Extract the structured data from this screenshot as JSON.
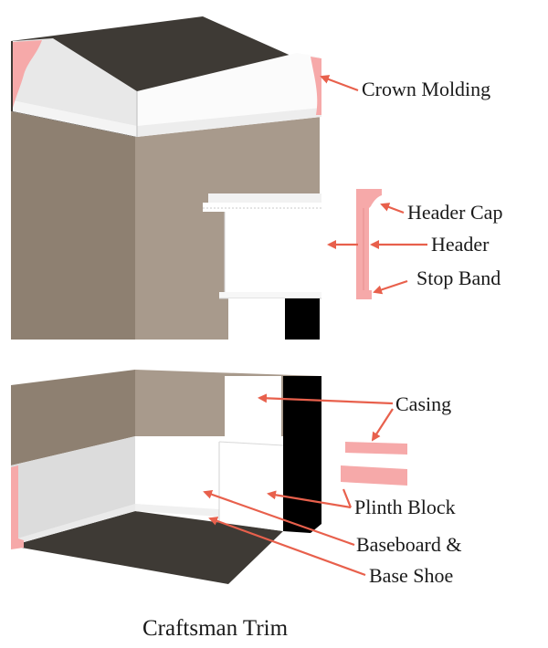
{
  "labels": {
    "crown_molding": "Crown Molding",
    "header_cap": "Header Cap",
    "header": "Header",
    "stop_band": "Stop Band",
    "casing": "Casing",
    "plinth_block": "Plinth Block",
    "baseboard": "Baseboard &",
    "base_shoe": "Base Shoe"
  },
  "caption": "Craftsman Trim",
  "colors": {
    "wall": "#A89A8C",
    "wall_dark": "#8E8071",
    "ceiling": "#3E3A35",
    "floor": "#3E3A35",
    "trim": "#FFFFFF",
    "trim_shadow": "#D9D9D9",
    "profile": "#F6A9A9",
    "arrow": "#E8604C",
    "doorway": "#000000"
  }
}
